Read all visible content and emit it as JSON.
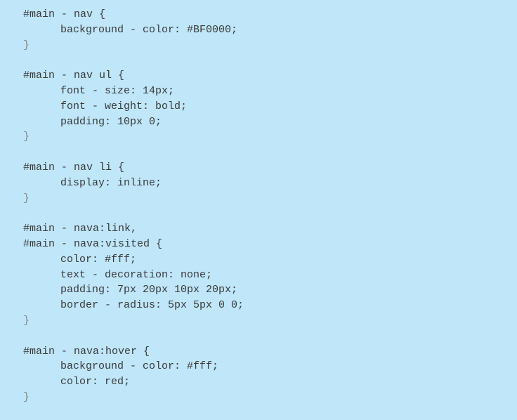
{
  "code": {
    "lines": [
      "#main - nav {",
      "background - color: #BF0000;",
      "}",
      "",
      "#main - nav ul {",
      "font - size: 14px;",
      "font - weight: bold;",
      "padding: 10px 0;",
      "}",
      "",
      "#main - nav li {",
      "display: inline;",
      "}",
      "",
      "#main - nava:link,",
      "#main - nava:visited {",
      "color: #fff;",
      "text - decoration: none;",
      "padding: 7px 20px 10px 20px;",
      "border - radius: 5px 5px 0 0;",
      "}",
      "",
      "#main - nava:hover {",
      "background - color: #fff;",
      "color: red;",
      "}"
    ]
  }
}
